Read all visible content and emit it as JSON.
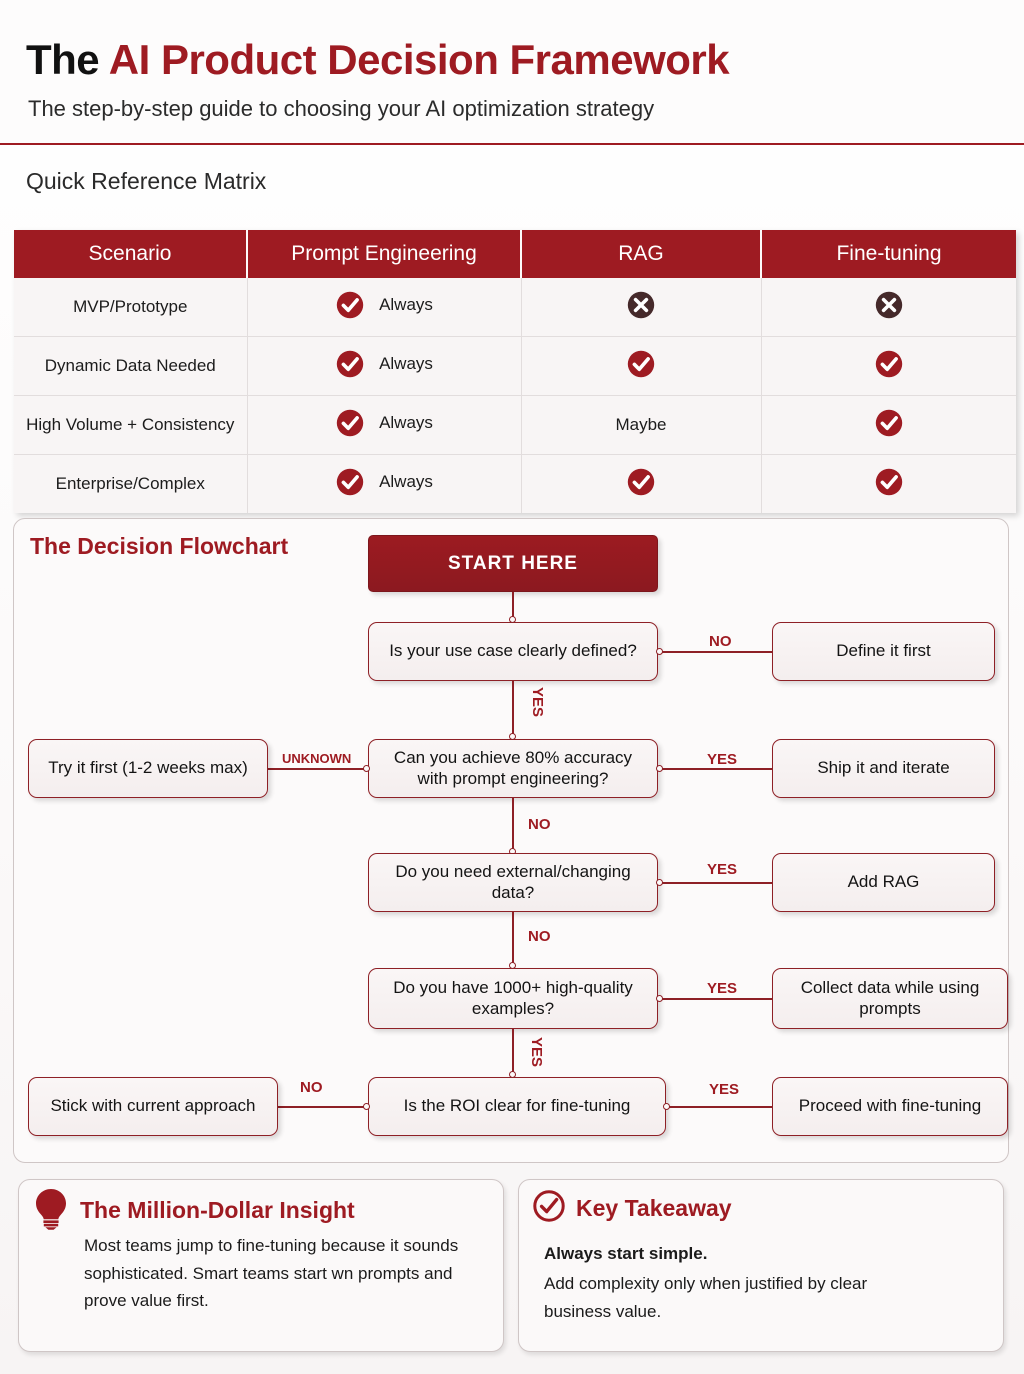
{
  "header": {
    "title_black": "The ",
    "title_red": "AI Product Decision Framework",
    "subtitle": "The step-by-step guide to choosing your AI optimization strategy"
  },
  "matrix": {
    "section_label": "Quick Reference Matrix",
    "columns": [
      "Scenario",
      "Prompt Engineering",
      "RAG",
      "Fine-tuning"
    ],
    "rows": [
      {
        "scenario": "MVP/Prototype",
        "prompt_icon": "check-icon",
        "prompt_text": "Always",
        "rag_icon": "cross-icon",
        "rag_text": "",
        "ft_icon": "cross-icon",
        "ft_text": ""
      },
      {
        "scenario": "Dynamic Data Needed",
        "prompt_icon": "check-icon",
        "prompt_text": "Always",
        "rag_icon": "check-icon",
        "rag_text": "",
        "ft_icon": "check-icon",
        "ft_text": ""
      },
      {
        "scenario": "High Volume + Consistency",
        "prompt_icon": "check-icon",
        "prompt_text": "Always",
        "rag_icon": "none",
        "rag_text": "Maybe",
        "ft_icon": "check-icon",
        "ft_text": ""
      },
      {
        "scenario": "Enterprise/Complex",
        "prompt_icon": "check-icon",
        "prompt_text": "Always",
        "rag_icon": "check-icon",
        "rag_text": "",
        "ft_icon": "check-icon",
        "ft_text": ""
      }
    ]
  },
  "flowchart": {
    "title": "The Decision Flowchart",
    "start": "START HERE",
    "nodes": {
      "q1": "Is your use case clearly defined?",
      "q1_no_out": "Define it first",
      "q2": "Can you achieve 80% accuracy with prompt engineering?",
      "q2_unknown_out": "Try it first (1-2 weeks max)",
      "q2_yes_out": "Ship it and iterate",
      "q3": "Do you need external/changing data?",
      "q3_yes_out": "Add RAG",
      "q4": "Do you have 1000+ high-quality examples?",
      "q4_yes_out": "Collect data while using prompts",
      "q5": "Is the ROI clear for fine-tuning",
      "q5_no_out": "Stick with current approach",
      "q5_yes_out": "Proceed with fine-tuning"
    },
    "labels": {
      "q1_no": "NO",
      "q1_yes": "YES",
      "q2_unknown": "UNKNOWN",
      "q2_yes": "YES",
      "q2_no": "NO",
      "q3_yes": "YES",
      "q3_no": "NO",
      "q4_yes": "YES",
      "q4_yes_down": "YES",
      "q5_no": "NO",
      "q5_yes": "YES"
    }
  },
  "cards": {
    "insight": {
      "icon": "lightbulb-icon",
      "title": "The Million-Dollar Insight",
      "body": "Most teams jump to fine-tuning because it sounds sophisticated. Smart teams start wn prompts and prove value first."
    },
    "takeaway": {
      "icon": "check-circle-icon",
      "title": "Key Takeaway",
      "lead": "Always start simple.",
      "body": "Add complexity only when justified by clear business value."
    }
  },
  "colors": {
    "brand_red": "#9e1b22",
    "header_band": "#9e1b22",
    "cross_brown": "#45292a",
    "text_dark": "#1a1a1a"
  }
}
